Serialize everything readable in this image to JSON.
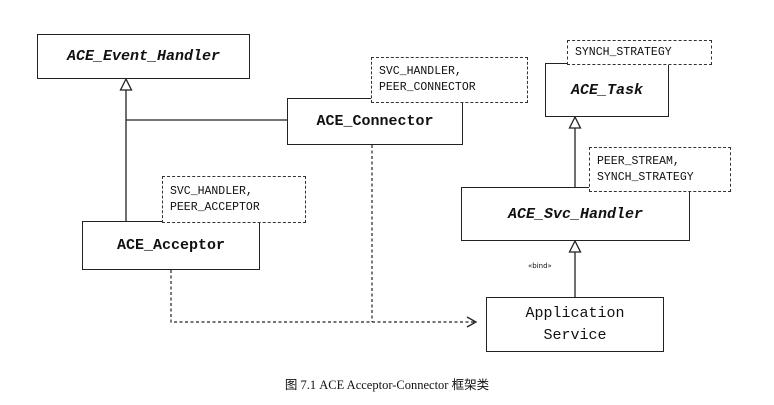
{
  "classes": {
    "event_handler": "ACE_Event_Handler",
    "connector": "ACE_Connector",
    "acceptor": "ACE_Acceptor",
    "task": "ACE_Task",
    "svc_handler": "ACE_Svc_Handler",
    "app_service_line1": "Application",
    "app_service_line2": "Service"
  },
  "template_params": {
    "connector_line1": "SVC_HANDLER,",
    "connector_line2": "PEER_CONNECTOR",
    "acceptor_line1": "SVC_HANDLER,",
    "acceptor_line2": "PEER_ACCEPTOR",
    "task_line1": "SYNCH_STRATEGY",
    "svc_handler_line1": "PEER_STREAM,",
    "svc_handler_line2": "SYNCH_STRATEGY"
  },
  "stereotype_bind": "«bind»",
  "caption": "图 7.1   ACE Acceptor-Connector 框架类"
}
